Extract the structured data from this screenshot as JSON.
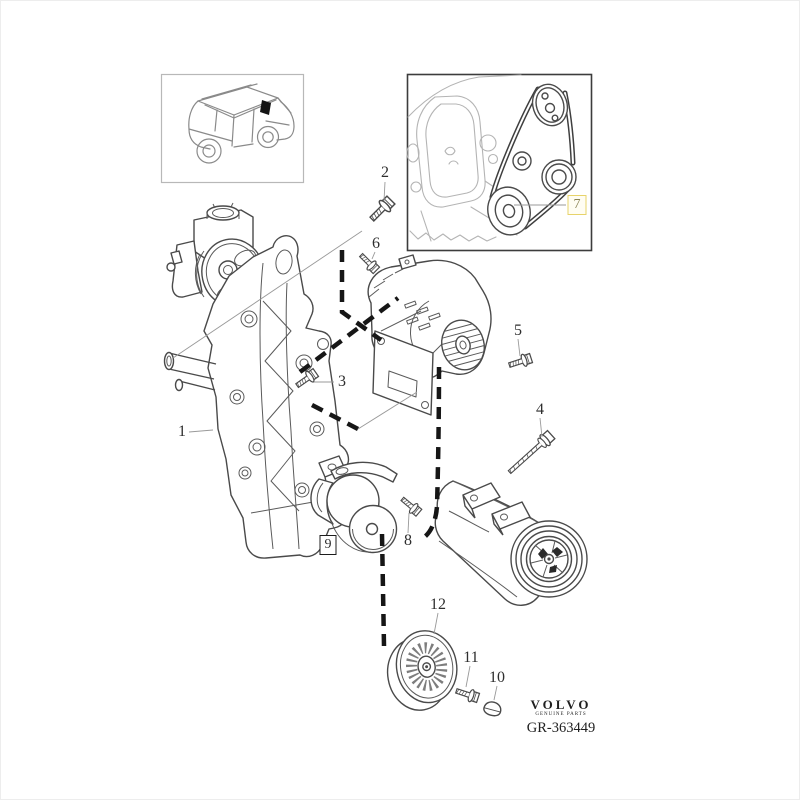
{
  "figure": {
    "callouts": [
      {
        "number": "1",
        "type": "plain"
      },
      {
        "number": "2",
        "type": "plain"
      },
      {
        "number": "3",
        "type": "plain"
      },
      {
        "number": "4",
        "type": "plain"
      },
      {
        "number": "5",
        "type": "plain"
      },
      {
        "number": "6",
        "type": "plain"
      },
      {
        "number": "7",
        "type": "highlighted-box"
      },
      {
        "number": "8",
        "type": "plain"
      },
      {
        "number": "9",
        "type": "boxed"
      },
      {
        "number": "10",
        "type": "plain"
      },
      {
        "number": "11",
        "type": "plain"
      },
      {
        "number": "12",
        "type": "plain"
      }
    ],
    "footer": {
      "brand": "VOLVO",
      "brand_subtitle": "GENUINE PARTS",
      "figure_code": "GR-363449"
    },
    "colors": {
      "highlight_box": "#e7d36a",
      "highlight_text": "#8b8455",
      "line": "#4a4a4a",
      "dash": "#161616"
    }
  }
}
